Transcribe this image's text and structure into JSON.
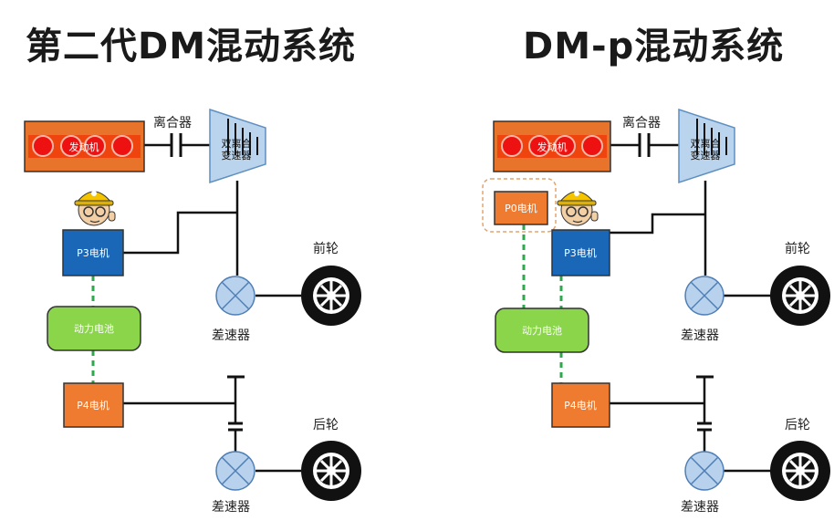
{
  "left": {
    "title": "第二代DM混动系统",
    "engine": "发动机",
    "clutch": "离合器",
    "dct": [
      "双离合",
      "变速器"
    ],
    "p3": "P3电机",
    "battery": "动力电池",
    "p4": "P4电机",
    "front_wheel": "前轮",
    "rear_wheel": "后轮",
    "diff_front": "差速器",
    "diff_rear": "差速器"
  },
  "right": {
    "title": "DM-p混动系统",
    "engine": "发动机",
    "clutch": "离合器",
    "dct": [
      "双离合",
      "变速器"
    ],
    "p0": "P0电机",
    "p3": "P3电机",
    "battery": "动力电池",
    "p4": "P4电机",
    "front_wheel": "前轮",
    "rear_wheel": "后轮",
    "diff_front": "差速器",
    "diff_rear": "差速器"
  },
  "colors": {
    "engine_box": "#e8732a",
    "engine_core": "#f0440f",
    "cylinder": "#ee1111",
    "motor_orange": "#ee7b2f",
    "motor_blue": "#1a67b7",
    "battery_green": "#8ad54a",
    "dashed_link": "#2ca84d",
    "gearbox": "#b9d4ec",
    "differential": "#b8d2ee",
    "line": "#111111"
  }
}
